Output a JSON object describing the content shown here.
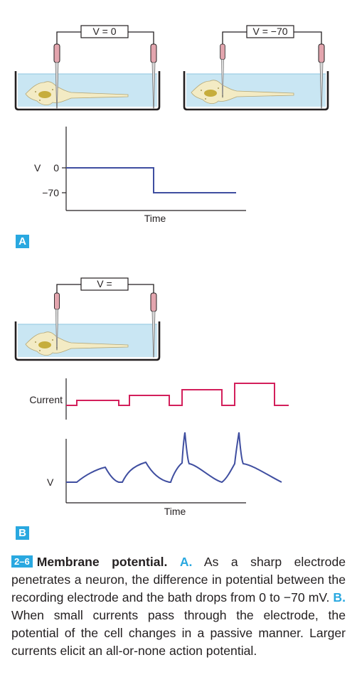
{
  "panel_a": {
    "label": "A",
    "left_meter": "V = 0",
    "right_meter": "V = −70",
    "y_axis_label": "V",
    "tick_zero": "0",
    "tick_neg70": "−70",
    "x_axis_label": "Time"
  },
  "panel_b": {
    "label": "B",
    "meter": "V =",
    "current_label": "Current",
    "v_label": "V",
    "x_axis_label": "Time"
  },
  "caption": {
    "number": "2–6",
    "title": "Membrane potential.",
    "a_marker": "A.",
    "a_text": "As a sharp electrode penetrates a neuron, the difference in potential between the recording electrode and the bath drops from 0 to −70 mV.",
    "b_marker": "B.",
    "b_text": "When small currents pass through the electrode, the potential of the cell changes in a passive manner. Larger currents elicit an all-or-none action potential."
  },
  "colors": {
    "accent": "#29a8e0",
    "voltage_trace": "#3f4ea0",
    "current_trace": "#d31f5b",
    "bath": "#c9e6f3",
    "cell": "#f3ebc4",
    "electrode": "#e3a5ae"
  }
}
